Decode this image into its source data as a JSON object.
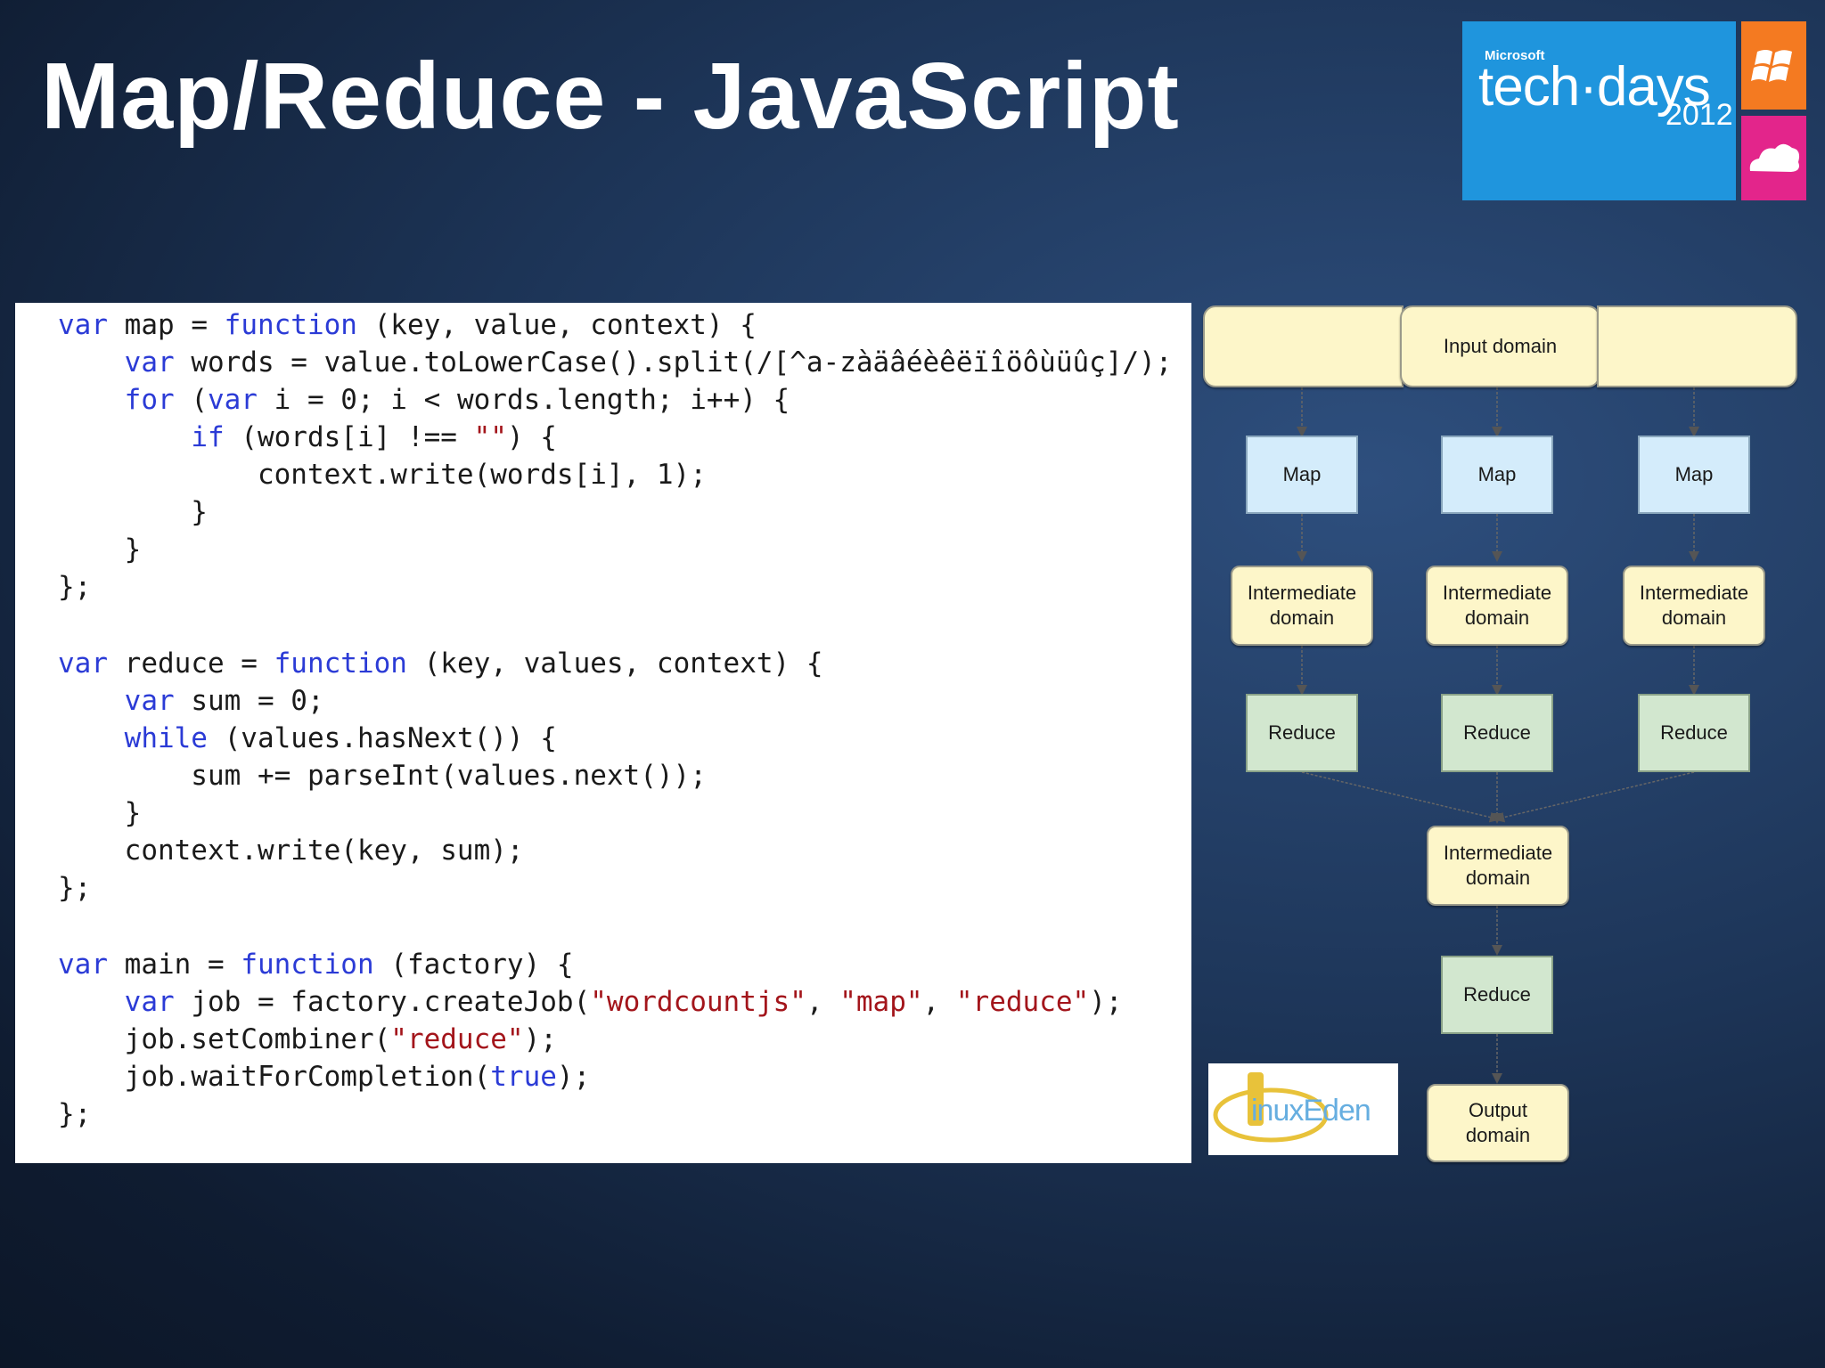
{
  "slide": {
    "title": "Map/Reduce - JavaScript"
  },
  "logo": {
    "microsoft": "Microsoft",
    "name": "tech·days",
    "year": "2012"
  },
  "code_lines": [
    "var map = function (key, value, context) {",
    "    var words = value.toLowerCase().split(/[^a-zàäâéèêëïîöôùüûç]/);",
    "    for (var i = 0; i < words.length; i++) {",
    "        if (words[i] !== \"\") {",
    "            context.write(words[i], 1);",
    "        }",
    "    }",
    "};",
    "var reduce = function (key, values, context) {",
    "    var sum = 0;",
    "    while (values.hasNext()) {",
    "        sum += parseInt(values.next());",
    "    }",
    "    context.write(key, sum);",
    "};",
    "var main = function (factory) {",
    "    var job = factory.createJob(\"wordcountjs\", \"map\", \"reduce\");",
    "    job.setCombiner(\"reduce\");",
    "    job.waitForCompletion(true);",
    "};"
  ],
  "diagram": {
    "input": "Input domain",
    "map": "Map",
    "intermediate": "Intermediate\ndomain",
    "reduce": "Reduce",
    "output": "Output\ndomain"
  },
  "watermark": {
    "text": "inuxEden"
  },
  "colors": {
    "keyword": "#2b3bd6",
    "string": "#a3151b",
    "logo_blue": "#1f95dd",
    "logo_orange": "#f47a21",
    "logo_pink": "#e3258b"
  }
}
